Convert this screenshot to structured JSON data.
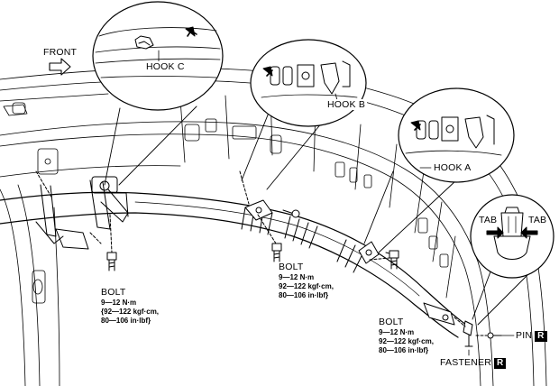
{
  "labels": {
    "front": "FRONT",
    "hook_a": "HOOK A",
    "hook_b": "HOOK B",
    "hook_c": "HOOK C",
    "tab_left": "TAB",
    "tab_right": "TAB",
    "pin": "PIN",
    "fastener": "FASTENER",
    "replace_mark": "R"
  },
  "bolts": [
    {
      "label": "BOLT",
      "spec": "9—12 N·m\n{92—122 kgf·cm,\n80—106 in·lbf}"
    },
    {
      "label": "BOLT",
      "spec": "9—12 N·m\n92—122 kgf·cm,\n80—106 in·lbf}"
    },
    {
      "label": "BOLT",
      "spec": "9—12 N·m\n92—122 kgf·cm,\n80—106 in·lbf}"
    }
  ],
  "colors": {
    "ink": "#000000",
    "paper": "#ffffff",
    "shade": "#e6e6e6"
  }
}
